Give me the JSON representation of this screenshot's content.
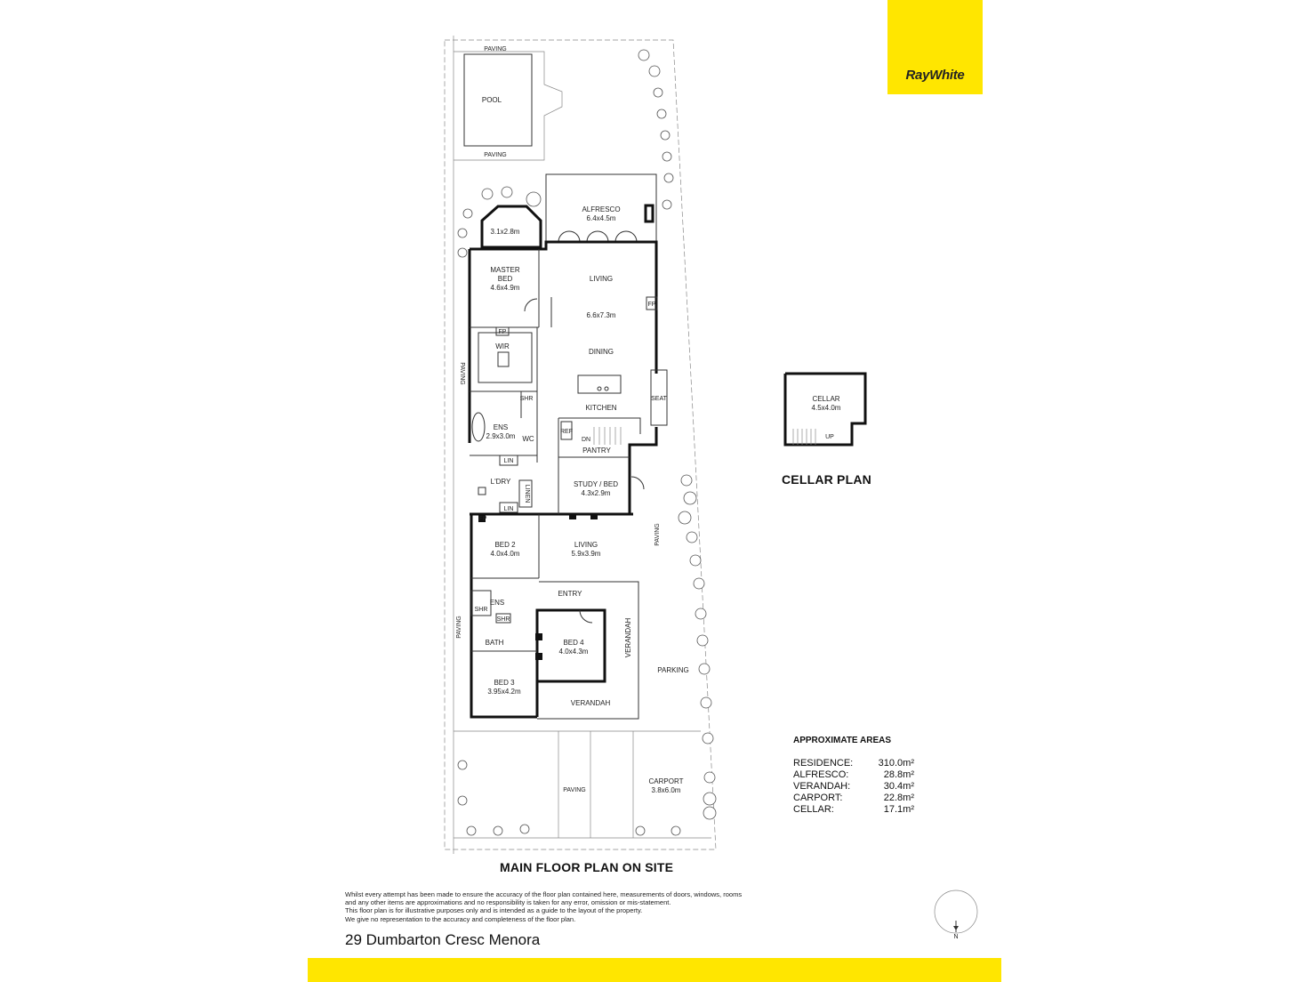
{
  "brand": {
    "logo_text": "RayWhite",
    "accent_color": "#ffe600"
  },
  "rooms": {
    "pool": "POOL",
    "paving": "PAVING",
    "alfresco": "ALFRESCO",
    "alfresco_dim": "6.4x4.5m",
    "retreat_dim": "3.1x2.8m",
    "master_bed": "MASTER",
    "master_bed_2": "BED",
    "master_dim": "4.6x4.9m",
    "living": "LIVING",
    "living_dim": "6.6x7.3m",
    "dining": "DINING",
    "kitchen": "KITCHEN",
    "fp": "FP",
    "wir": "WIR",
    "shr": "SHR",
    "seat": "SEAT",
    "ens": "ENS",
    "ens_dim": "2.9x3.0m",
    "wc": "WC",
    "ref": "REF",
    "dn": "DN",
    "pantry": "PANTRY",
    "lin": "LIN",
    "ldry": "L'DRY",
    "linen": "LINEN",
    "study": "STUDY / BED",
    "study_dim": "4.3x2.9m",
    "bed2": "BED 2",
    "bed2_dim": "4.0x4.0m",
    "living2": "LIVING",
    "living2_dim": "5.9x3.9m",
    "entry": "ENTRY",
    "bath": "BATH",
    "bed4": "BED 4",
    "bed4_dim": "4.0x4.3m",
    "verandah": "VERANDAH",
    "parking": "PARKING",
    "bed3": "BED 3",
    "bed3_dim": "3.95x4.2m",
    "carport": "CARPORT",
    "carport_dim": "3.8x6.0m",
    "cellar": "CELLAR",
    "cellar_dim": "4.5x4.0m",
    "up": "UP"
  },
  "titles": {
    "cellar_plan": "CELLAR PLAN",
    "main_plan": "MAIN FLOOR PLAN ON SITE"
  },
  "areas": {
    "title": "APPROXIMATE AREAS",
    "rows": [
      {
        "name": "RESIDENCE:",
        "value": "310.0m²"
      },
      {
        "name": "ALFRESCO:",
        "value": "28.8m²"
      },
      {
        "name": "VERANDAH:",
        "value": "30.4m²"
      },
      {
        "name": "CARPORT:",
        "value": "22.8m²"
      },
      {
        "name": "CELLAR:",
        "value": "17.1m²"
      }
    ]
  },
  "disclaimer": [
    "Whilst every attempt has been made to ensure the accuracy of the floor plan contained here, measurements of doors, windows, rooms",
    "and any other items are approximations and no responsibility is taken for any error, omission or mis-statement.",
    "This floor plan is for illustrative purposes only and is intended as a guide to the layout of the property.",
    "We give no representation to the accuracy and completeness of the floor plan."
  ],
  "address": "29 Dumbarton Cresc Menora",
  "compass": {
    "label": "N"
  }
}
